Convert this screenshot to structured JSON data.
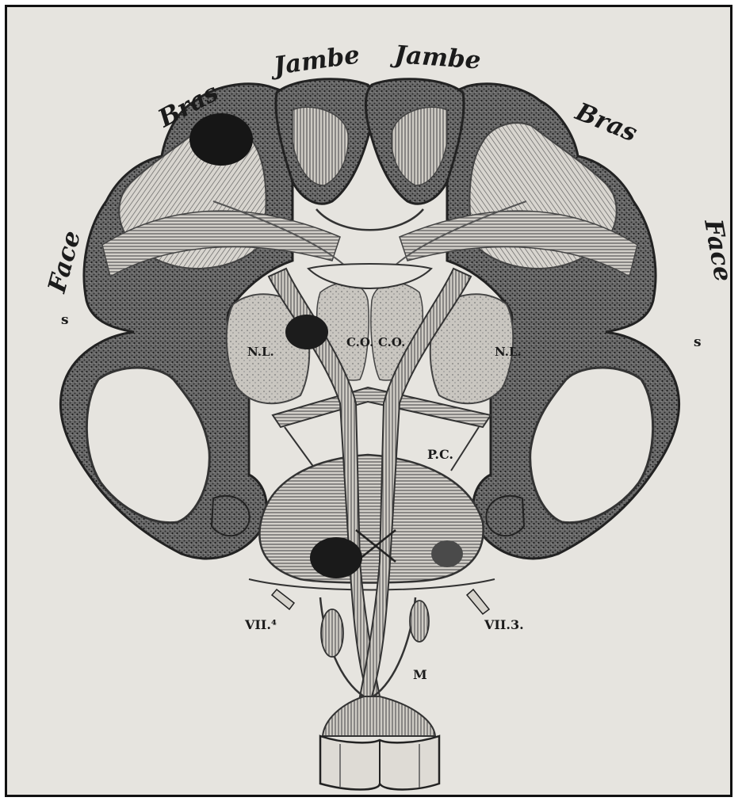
{
  "figure": {
    "colors": {
      "paper": "#e6e4df",
      "ink": "#1b1b1b",
      "cortex": "#3a3a3a",
      "fibers": "#555555",
      "lesion": "#161616"
    },
    "labels": {
      "jambe_left": "Jambe",
      "jambe_right": "Jambe",
      "bras_left": "Bras",
      "bras_right": "Bras",
      "face_left": "Face",
      "face_right": "Face",
      "s_left": "s",
      "s_right": "s",
      "nl_left": "N.L.",
      "nl_right": "N.L.",
      "co_left": "C.O.",
      "co_right": "C.O.",
      "pc": "P.C.",
      "vii_left": "VII.⁴",
      "vii_right": "VII.3.",
      "m": "M"
    }
  }
}
